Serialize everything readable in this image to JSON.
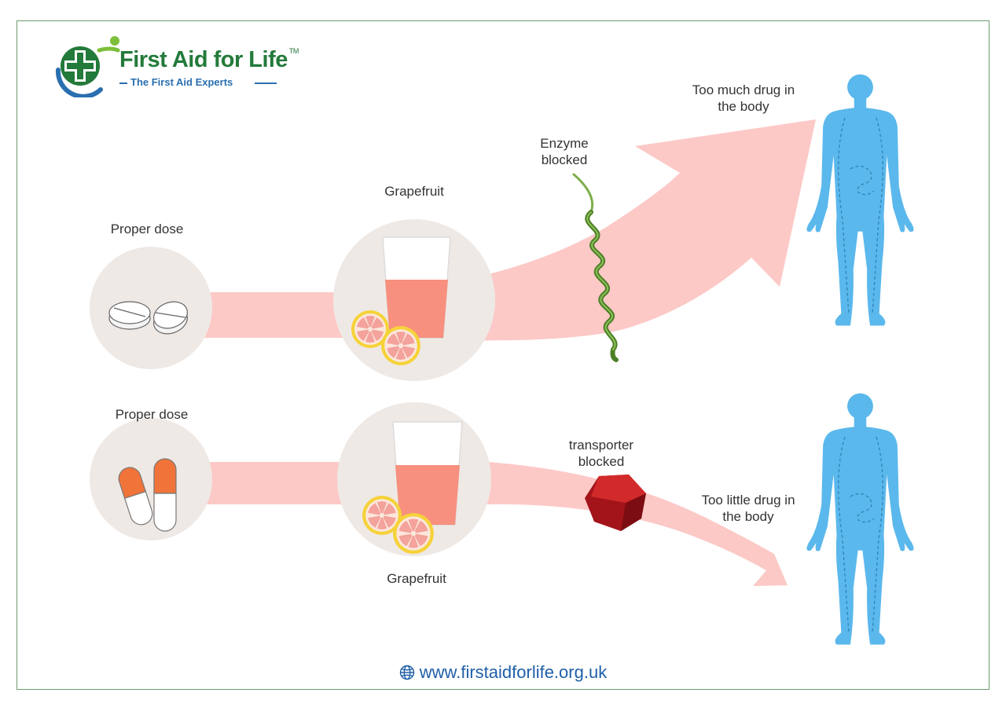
{
  "logo": {
    "title": "First Aid for Life",
    "trademark": "TM",
    "tagline": "The First Aid Experts"
  },
  "top_row": {
    "dose_label": "Proper dose",
    "fruit_label": "Grapefruit",
    "blocker_label_line1": "Enzyme",
    "blocker_label_line2": "blocked",
    "outcome_line1": "Too much drug in",
    "outcome_line2": "the body"
  },
  "bottom_row": {
    "dose_label": "Proper dose",
    "fruit_label": "Grapefruit",
    "blocker_label_line1": "transporter",
    "blocker_label_line2": "blocked",
    "outcome_line1": "Too little drug in",
    "outcome_line2": "the body"
  },
  "footer": {
    "website": "www.firstaidforlife.org.uk"
  },
  "icons": [
    "first-aid-cross-icon",
    "tablet-icon",
    "capsule-icon",
    "juice-glass-icon",
    "grapefruit-slice-icon",
    "enzyme-helix-icon",
    "transporter-block-icon",
    "human-body-icon",
    "globe-icon"
  ],
  "colors": {
    "arrow": "#fcc9c6",
    "circle": "#efe9e6",
    "body": "#5bb8ec",
    "logo_green": "#237a3a",
    "logo_blue": "#2a6fb0",
    "helix": "#5a8f2e",
    "transporter": "#b5161d"
  }
}
